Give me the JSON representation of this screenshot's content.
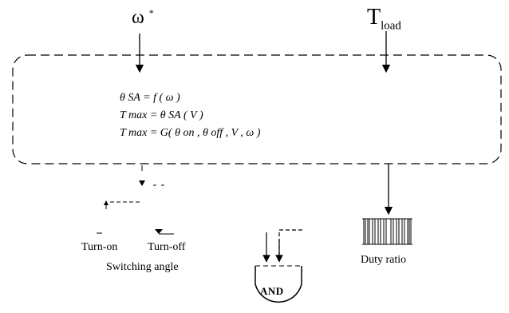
{
  "inputs": {
    "speed_symbol": "ω",
    "speed_superscript": "*",
    "load_symbol": "T",
    "load_subscript": "load"
  },
  "equations": [
    "θ SA = f ( ω )",
    "T max = θ SA ( V )",
    "T max = G( θ on , θ off , V , ω )"
  ],
  "labels": {
    "turn_on": "Turn-on",
    "turn_off": "Turn-off",
    "switching_angle": "Switching angle",
    "duty_ratio": "Duty ratio",
    "and_gate": "AND"
  }
}
